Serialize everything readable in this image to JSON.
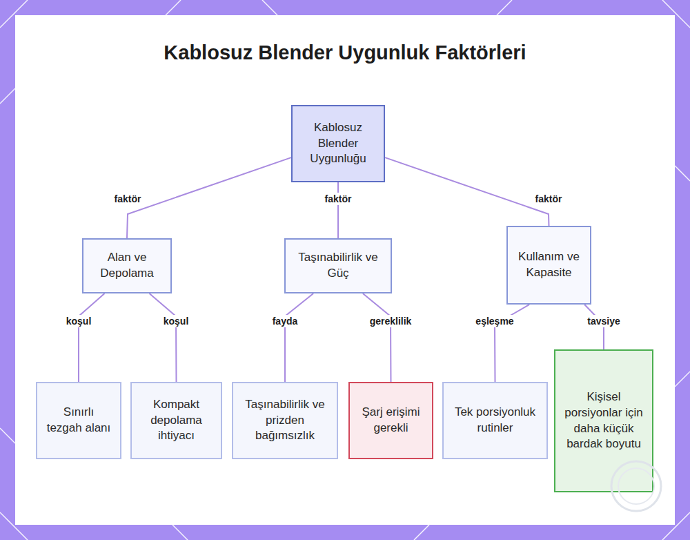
{
  "diagram": {
    "title": "Kablosuz Blender Uygunluk Faktörleri",
    "nodes": [
      {
        "text": [
          "Kablosuz Blender Uygunluğu"
        ]
      },
      {
        "text": [
          "Alan ve Depolama"
        ]
      },
      {
        "text": [
          "Taşınabilirlik ve Güç"
        ]
      },
      {
        "text": [
          "Kullanım ve Kapasite"
        ]
      },
      {
        "text": [
          "Sınırlı tezgah alanı"
        ]
      },
      {
        "text": [
          "Kompakt depolama ihtiyacı"
        ]
      },
      {
        "text": [
          "Taşınabilirlik ve prizden bağımsızlık"
        ]
      },
      {
        "text": [
          "Şarj erişimi gerekli"
        ]
      },
      {
        "text": [
          "Tek porsiyonluk rutinler"
        ]
      },
      {
        "text": [
          "Kişisel porsiyonlar için daha küçük bardak boyutu"
        ]
      }
    ],
    "edges": [
      {
        "from": 0,
        "to": 1,
        "label": "faktör",
        "arrow": "none"
      },
      {
        "from": 0,
        "to": 2,
        "label": "faktör",
        "arrow": "none"
      },
      {
        "from": 0,
        "to": 3,
        "label": "faktör",
        "arrow": "none"
      },
      {
        "from": 1,
        "to": 4,
        "label": "koşul",
        "arrow": "none"
      },
      {
        "from": 1,
        "to": 5,
        "label": "koşul",
        "arrow": "none"
      },
      {
        "from": 2,
        "to": 6,
        "label": "fayda",
        "arrow": "none"
      },
      {
        "from": 2,
        "to": 7,
        "label": "gereklilik",
        "arrow": "none"
      },
      {
        "from": 3,
        "to": 8,
        "label": "eşleşme",
        "arrow": "none"
      },
      {
        "from": 3,
        "to": 9,
        "label": "tavsiye",
        "arrow": "none"
      }
    ]
  }
}
